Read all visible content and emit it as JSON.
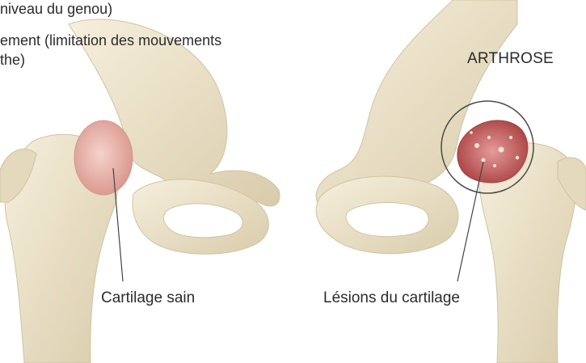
{
  "text_lines": [
    " niveau du genou)",
    "ement (limitation des mouvements",
    "the)"
  ],
  "labels": {
    "arthrose_title": "ARTHROSE",
    "healthy_cartilage": "Cartilage sain",
    "damaged_cartilage": "Lésions du cartilage"
  },
  "colors": {
    "bone": "#ece3cc",
    "bone_shadow": "#cfc3a3",
    "healthy_cartilage": "#e9b9b0",
    "damaged_cartilage": "#c95a5a",
    "callout_line": "#444444"
  }
}
